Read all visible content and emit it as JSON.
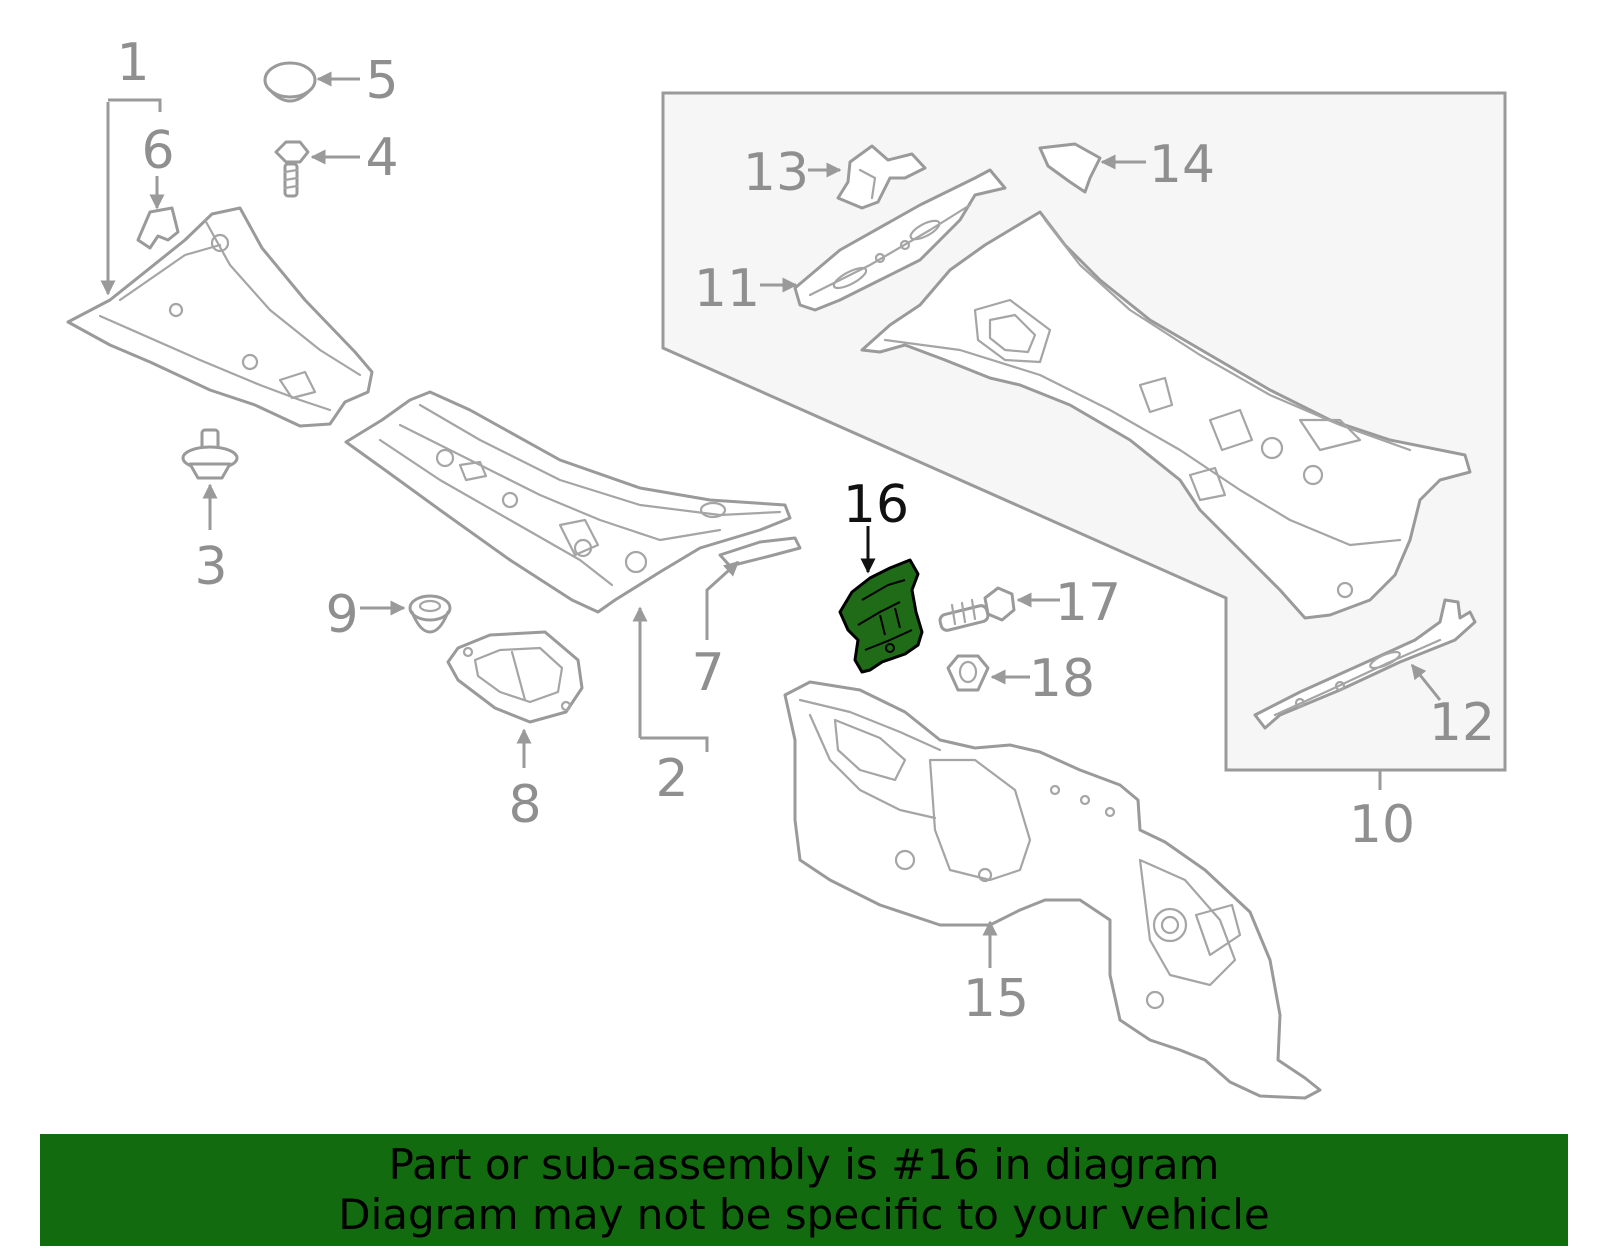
{
  "callouts": {
    "c1": "1",
    "c2": "2",
    "c3": "3",
    "c4": "4",
    "c5": "5",
    "c6": "6",
    "c7": "7",
    "c8": "8",
    "c9": "9",
    "c10": "10",
    "c11": "11",
    "c12": "12",
    "c13": "13",
    "c14": "14",
    "c15": "15",
    "c16": "16",
    "c17": "17",
    "c18": "18"
  },
  "highlight": {
    "part_number": "16",
    "color": "#1f6b17"
  },
  "banner": {
    "line1": "Part or sub-assembly is #16 in diagram",
    "line2": "Diagram may not be specific to your vehicle",
    "background": "#136b0f"
  }
}
